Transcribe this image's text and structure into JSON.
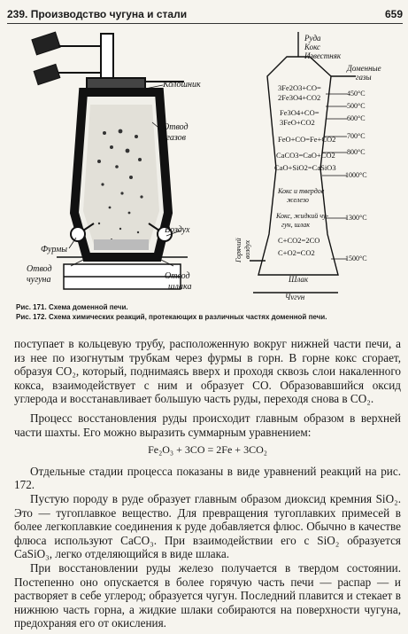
{
  "header": {
    "section": "239. Производство чугуна и стали",
    "page": "659"
  },
  "fig171": {
    "labels": {
      "koloshnik": "Колошник",
      "otvod_gazov": [
        "Отвод",
        "газов"
      ],
      "vozdukh": "Воздух",
      "furmy": "Фурмы",
      "otvod_chuguna": [
        "Отвод",
        "чугуна"
      ],
      "otvod_shlaka": [
        "Отвод",
        "шлака"
      ]
    }
  },
  "fig172": {
    "top_inputs": [
      "Руда",
      "Кокс",
      "Известняк"
    ],
    "gases": [
      "Доменные",
      "газы"
    ],
    "reactions": [
      "3Fe2O3+CO=",
      "2Fe3O4+CO2",
      "Fe3O4+CO=",
      "3FeO+CO2",
      "FeO+CO=Fe+CO2",
      "CaCO3=CaO+CO2",
      "CaO+SiO2=CaSiO3",
      "Кокс и твердое",
      "железо",
      "Кокс, жидкий чу-",
      "гун, шлак",
      "C+CO2=2CO",
      "C+O2=CO2"
    ],
    "temps": [
      "450°C",
      "500°C",
      "600°C",
      "700°C",
      "800°C",
      "1000°C",
      "1300°C",
      "1500°C"
    ],
    "hot_air": [
      "Горячий",
      "воздух"
    ],
    "slag": "Шлак",
    "iron": "Чугун"
  },
  "captions": {
    "fig171": "Рис. 171. Схема доменной печи.",
    "fig172": "Рис. 172. Схема химических реакций, протекающих в различных частях доменной печи."
  },
  "text": {
    "p1": "поступает в кольцевую трубу, расположенную вокруг нижней части печи, а из нее по изогнутым трубкам через фурмы в горн. В горне кокс сгорает, образуя CO₂, который, поднимаясь вверх и проходя сквозь слои накаленного кокса, взаимодействует с ним и образует CO. Образовавшийся оксид углерода и восстанавливает большую часть руды, переходя снова в CO₂.",
    "p2": "Процесс восстановления руды происходит главным образом в верхней части шахты. Его можно выразить суммарным уравнением:",
    "equation": "Fe₂O₃ + 3CO = 2Fe + 3CO₂",
    "p3": "Отдельные стадии процесса показаны в виде уравнений реакций на рис. 172.",
    "p4": "Пустую породу в руде образует главным образом диоксид кремния SiO₂. Это — тугоплавкое вещество. Для превращения тугоплавких примесей в более легкоплавкие соединения к руде добавляется флюс. Обычно в качестве флюса используют CaCO₃. При взаимодействии его с SiO₂ образуется CaSiO₃, легко отделяющийся в виде шлака.",
    "p5": "При восстановлении руды железо получается в твердом состоянии. Постепенно оно опускается в более горячую часть печи — распар — и растворяет в себе углерод; образуется чугун. Последний плавится и стекает в нижнюю часть горна, а жидкие шлаки собираются на поверхности чугуна, предохраняя его от окисления."
  }
}
